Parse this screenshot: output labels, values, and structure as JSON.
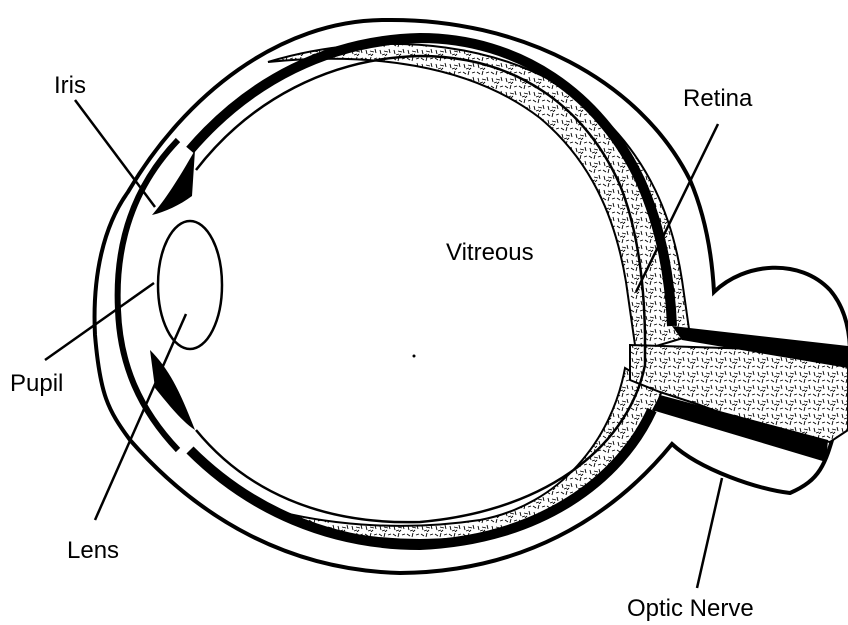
{
  "diagram": {
    "labels": {
      "iris": "Iris",
      "retina": "Retina",
      "vitreous": "Vitreous",
      "pupil": "Pupil",
      "lens": "Lens",
      "optic_nerve": "Optic Nerve"
    },
    "colors": {
      "ink": "#000000",
      "paper": "#ffffff"
    }
  }
}
